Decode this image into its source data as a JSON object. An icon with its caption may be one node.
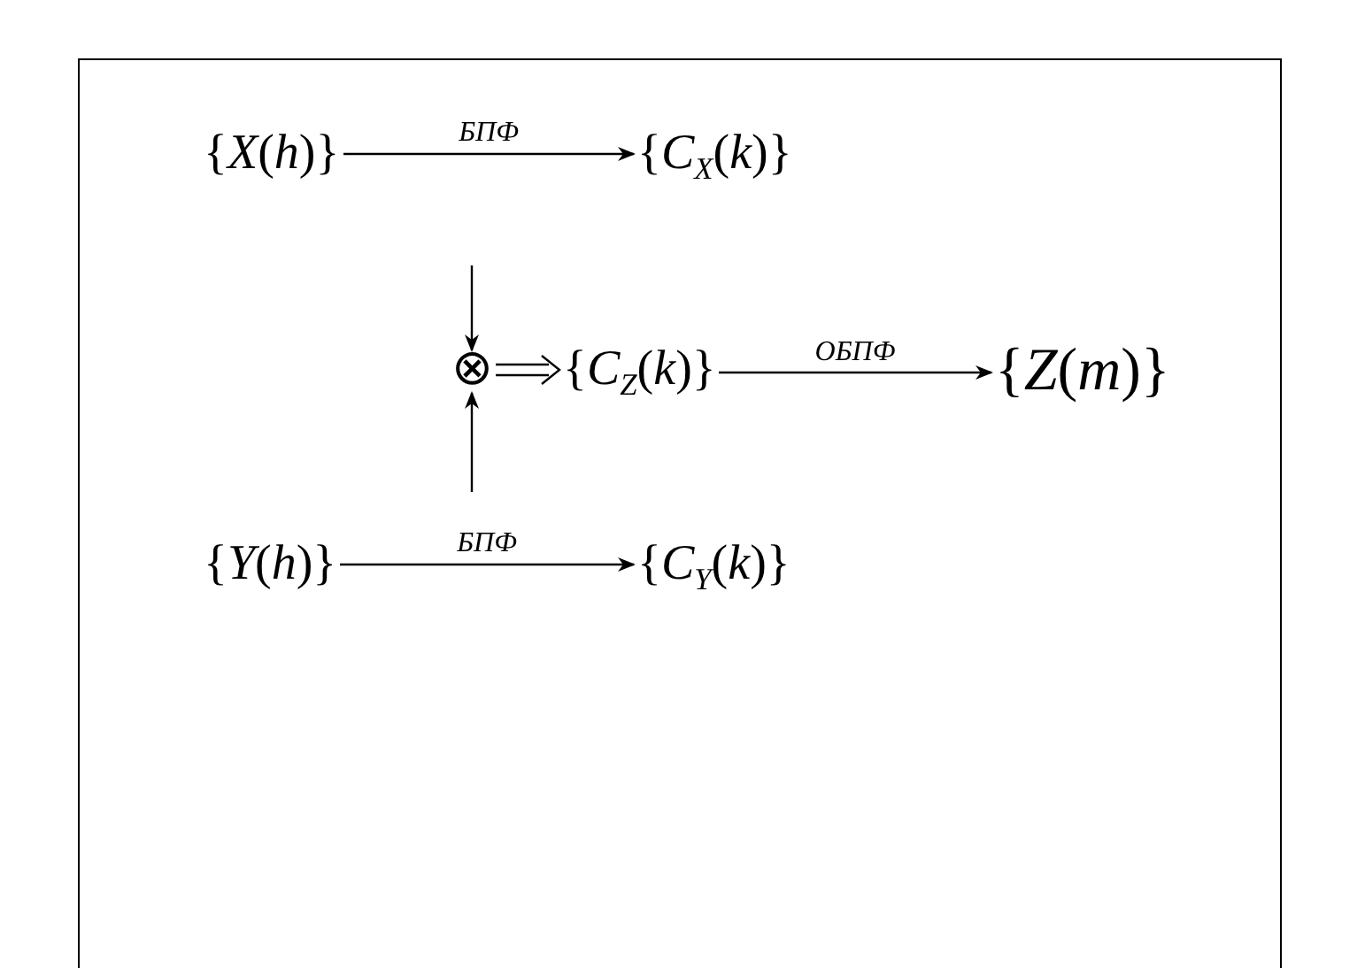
{
  "diagram": {
    "nodes": [
      {
        "text": [
          "{*X*(*h*)}"
        ]
      },
      {
        "text": [
          "{*C*$_{X}$(*k*)}"
        ]
      },
      {
        "text": [
          "⊗"
        ]
      },
      {
        "text": [
          "{*C*$_{Z}$(*k*)}"
        ]
      },
      {
        "text": [
          "{*Z*(*m*)}"
        ]
      },
      {
        "text": [
          "{*Y*(*h*)}"
        ]
      },
      {
        "text": [
          "{*C*$_{Y}$(*k*)}"
        ]
      }
    ],
    "edges": [
      {
        "from": 0,
        "to": 1,
        "arrow": "to",
        "label": "БПФ"
      },
      {
        "from": null,
        "to": 2,
        "arrow": "to"
      },
      {
        "from": 2,
        "to": 3,
        "arrow": "to"
      },
      {
        "from": 3,
        "to": 4,
        "arrow": "to",
        "label": "ОБПФ"
      },
      {
        "from": null,
        "to": 2,
        "arrow": "to"
      },
      {
        "from": 5,
        "to": 6,
        "arrow": "to",
        "label": "БПФ"
      }
    ]
  }
}
